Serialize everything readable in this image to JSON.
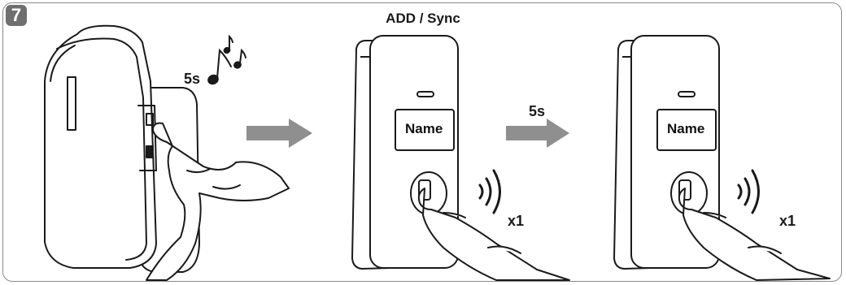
{
  "step": {
    "number": "7"
  },
  "title": "ADD / Sync",
  "panel1": {
    "duration": "5s",
    "note_icon": "music-notes-icon"
  },
  "panel2": {
    "display_label": "Name",
    "duration": "5s",
    "press_count": "x1"
  },
  "panel3": {
    "display_label": "Name",
    "press_count": "x1"
  },
  "colors": {
    "arrow": "#8f8f8f",
    "badge": "#6f6f6f",
    "line": "#1a1a1a"
  }
}
